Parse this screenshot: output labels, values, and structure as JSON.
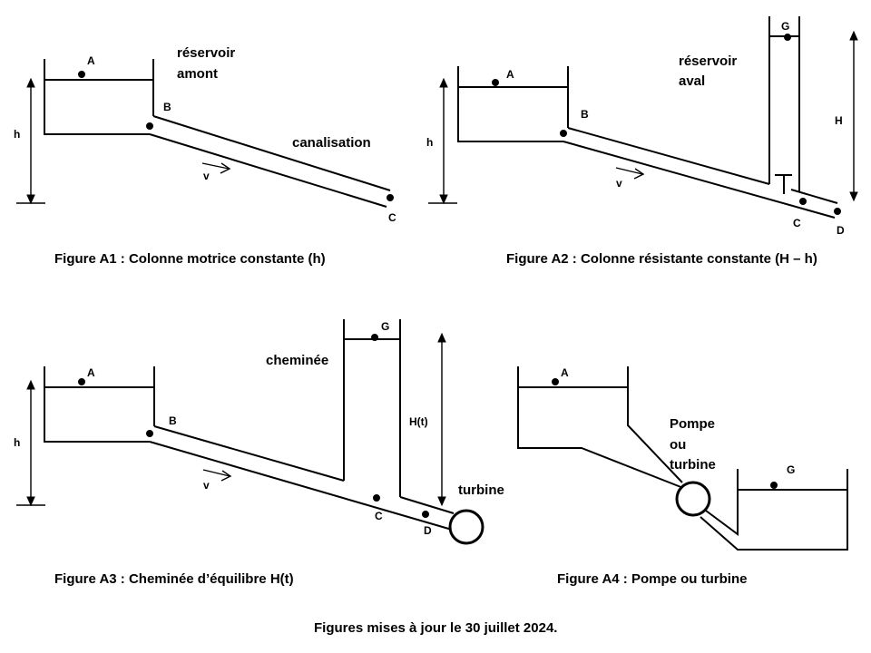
{
  "figures": {
    "a1": {
      "caption": "Figure A1 : Colonne motrice constante (h)",
      "point_a": "A",
      "point_b": "B",
      "point_c": "C",
      "height_label": "h",
      "velocity_label": "v",
      "word_reservoir_1": "réservoir",
      "word_reservoir_2": "amont",
      "word_pipe": "canalisation"
    },
    "a2": {
      "caption": "Figure A2 : Colonne résistante constante (H – h)",
      "point_a": "A",
      "point_b": "B",
      "point_c": "C",
      "point_d": "D",
      "point_g": "G",
      "height_label": "h",
      "height_label_big": "H",
      "velocity_label": "v",
      "word_reservoir_1": "réservoir",
      "word_reservoir_2": "aval"
    },
    "a3": {
      "caption": "Figure A3 : Cheminée d’équilibre H(t)",
      "point_a": "A",
      "point_b": "B",
      "point_c": "C",
      "point_d": "D",
      "point_g": "G",
      "height_label": "h",
      "height_label_var": "H(t)",
      "velocity_label": "v",
      "word_chimney": "cheminée",
      "word_turbine": "turbine"
    },
    "a4": {
      "caption": "Figure A4 : Pompe ou turbine",
      "point_a": "A",
      "point_g": "G",
      "word_1": "Pompe",
      "word_2": "ou",
      "word_3": "turbine"
    }
  },
  "footer": "Figures mises à jour le 30 juillet 2024."
}
